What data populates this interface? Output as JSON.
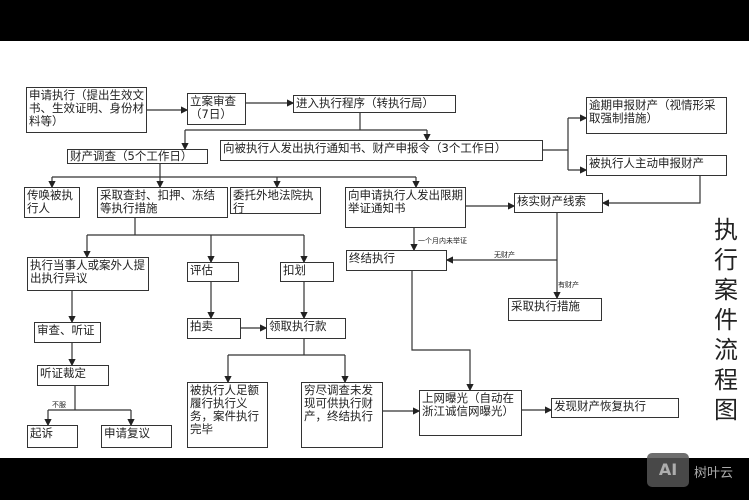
{
  "title": "执行案件流程图",
  "boxes": {
    "apply": "申请执行（提出生效文书、生效证明、身份材料等）",
    "review": "立案审查（7日）",
    "enter": "进入执行程序（转执行局）",
    "investigate": "财产调查（5个工作日）",
    "notice": "向被执行人发出执行通知书、财产申报令（3个工作日）",
    "overdue": "逾期申报财产（视情形采取强制措施）",
    "declare": "被执行人主动申报财产",
    "summon": "传唤被执行人",
    "seize": "采取查封、扣押、冻结等执行措施",
    "entrust": "委托外地法院执行",
    "evidence_notice": "向申请执行人发出限期举证通知书",
    "verify": "核实财产线索",
    "objection": "执行当事人或案外人提出执行异议",
    "appraise": "评估",
    "deduct": "扣划",
    "terminate": "终结执行",
    "measures": "采取执行措施",
    "hearing": "审查、听证",
    "auction": "拍卖",
    "receive": "领取执行款",
    "ruling": "听证裁定",
    "fulfilled": "被执行人足额履行执行义务，案件执行完毕",
    "exhausted": "穷尽调查未发现可供执行财产，终结执行",
    "expose": "上网曝光（自动在浙江诚信网曝光）",
    "resume": "发现财产恢复执行",
    "sue": "起诉",
    "reconsider": "申请复议"
  },
  "edge_labels": {
    "no_evidence": "一个月内未举证",
    "no_property": "无财产",
    "has_property": "有财产",
    "dissatisfied": "不服"
  },
  "watermark": {
    "logo": "AI",
    "text": "树叶云"
  }
}
